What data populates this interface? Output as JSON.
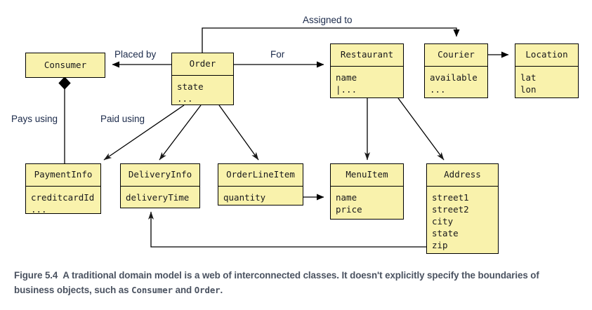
{
  "figure": {
    "label": "Figure 5.4",
    "caption_part1": "A traditional domain model is a web of interconnected classes. It doesn't explicitly specify the boundaries of business objects, such as ",
    "caption_mono1": "Consumer",
    "caption_part2": " and ",
    "caption_mono2": "Order",
    "caption_part3": "."
  },
  "colors": {
    "class_fill": "#f9f2ac",
    "class_stroke": "#000000",
    "label_text": "#1b2a4a",
    "caption_text": "#4a5260",
    "page_background": "#ffffff"
  },
  "classes": [
    {
      "id": "consumer",
      "name": "Consumer",
      "attributes": []
    },
    {
      "id": "order",
      "name": "Order",
      "attributes": [
        "state",
        "..."
      ]
    },
    {
      "id": "restaurant",
      "name": "Restaurant",
      "attributes": [
        "name",
        "|..."
      ]
    },
    {
      "id": "courier",
      "name": "Courier",
      "attributes": [
        "available",
        "..."
      ]
    },
    {
      "id": "location",
      "name": "Location",
      "attributes": [
        "lat",
        "lon"
      ]
    },
    {
      "id": "paymentinfo",
      "name": "PaymentInfo",
      "attributes": [
        "creditcardId",
        "..."
      ]
    },
    {
      "id": "deliveryinfo",
      "name": "DeliveryInfo",
      "attributes": [
        "deliveryTime"
      ]
    },
    {
      "id": "orderlineitem",
      "name": "OrderLineItem",
      "attributes": [
        "quantity"
      ]
    },
    {
      "id": "menuitem",
      "name": "MenuItem",
      "attributes": [
        "name",
        "price"
      ]
    },
    {
      "id": "address",
      "name": "Address",
      "attributes": [
        "street1",
        "street2",
        "city",
        "state",
        "zip"
      ]
    }
  ],
  "relationships": [
    {
      "id": "placed-by",
      "label": "Placed by",
      "from": "order",
      "to": "consumer",
      "kind": "association"
    },
    {
      "id": "for",
      "label": "For",
      "from": "order",
      "to": "restaurant",
      "kind": "association"
    },
    {
      "id": "assigned-to",
      "label": "Assigned to",
      "from": "order",
      "to": "courier",
      "kind": "association"
    },
    {
      "id": "pays-using",
      "label": "Pays using",
      "from": "consumer",
      "to": "paymentinfo",
      "kind": "composition"
    },
    {
      "id": "paid-using",
      "label": "Paid using",
      "from": "order",
      "to": "paymentinfo",
      "kind": "association"
    },
    {
      "id": "order-delivery",
      "label": "",
      "from": "order",
      "to": "deliveryinfo",
      "kind": "association"
    },
    {
      "id": "order-lineitem",
      "label": "",
      "from": "order",
      "to": "orderlineitem",
      "kind": "association"
    },
    {
      "id": "courier-location",
      "label": "",
      "from": "courier",
      "to": "location",
      "kind": "association"
    },
    {
      "id": "restaurant-menuitem",
      "label": "",
      "from": "restaurant",
      "to": "menuitem",
      "kind": "association"
    },
    {
      "id": "restaurant-address",
      "label": "",
      "from": "restaurant",
      "to": "address",
      "kind": "association"
    },
    {
      "id": "lineitem-menuitem",
      "label": "",
      "from": "orderlineitem",
      "to": "menuitem",
      "kind": "association"
    },
    {
      "id": "address-delivery",
      "label": "",
      "from": "address",
      "to": "deliveryinfo",
      "kind": "association"
    }
  ],
  "edge_labels": {
    "placed_by": "Placed by",
    "for": "For",
    "assigned_to": "Assigned to",
    "pays_using": "Pays using",
    "paid_using": "Paid using"
  }
}
